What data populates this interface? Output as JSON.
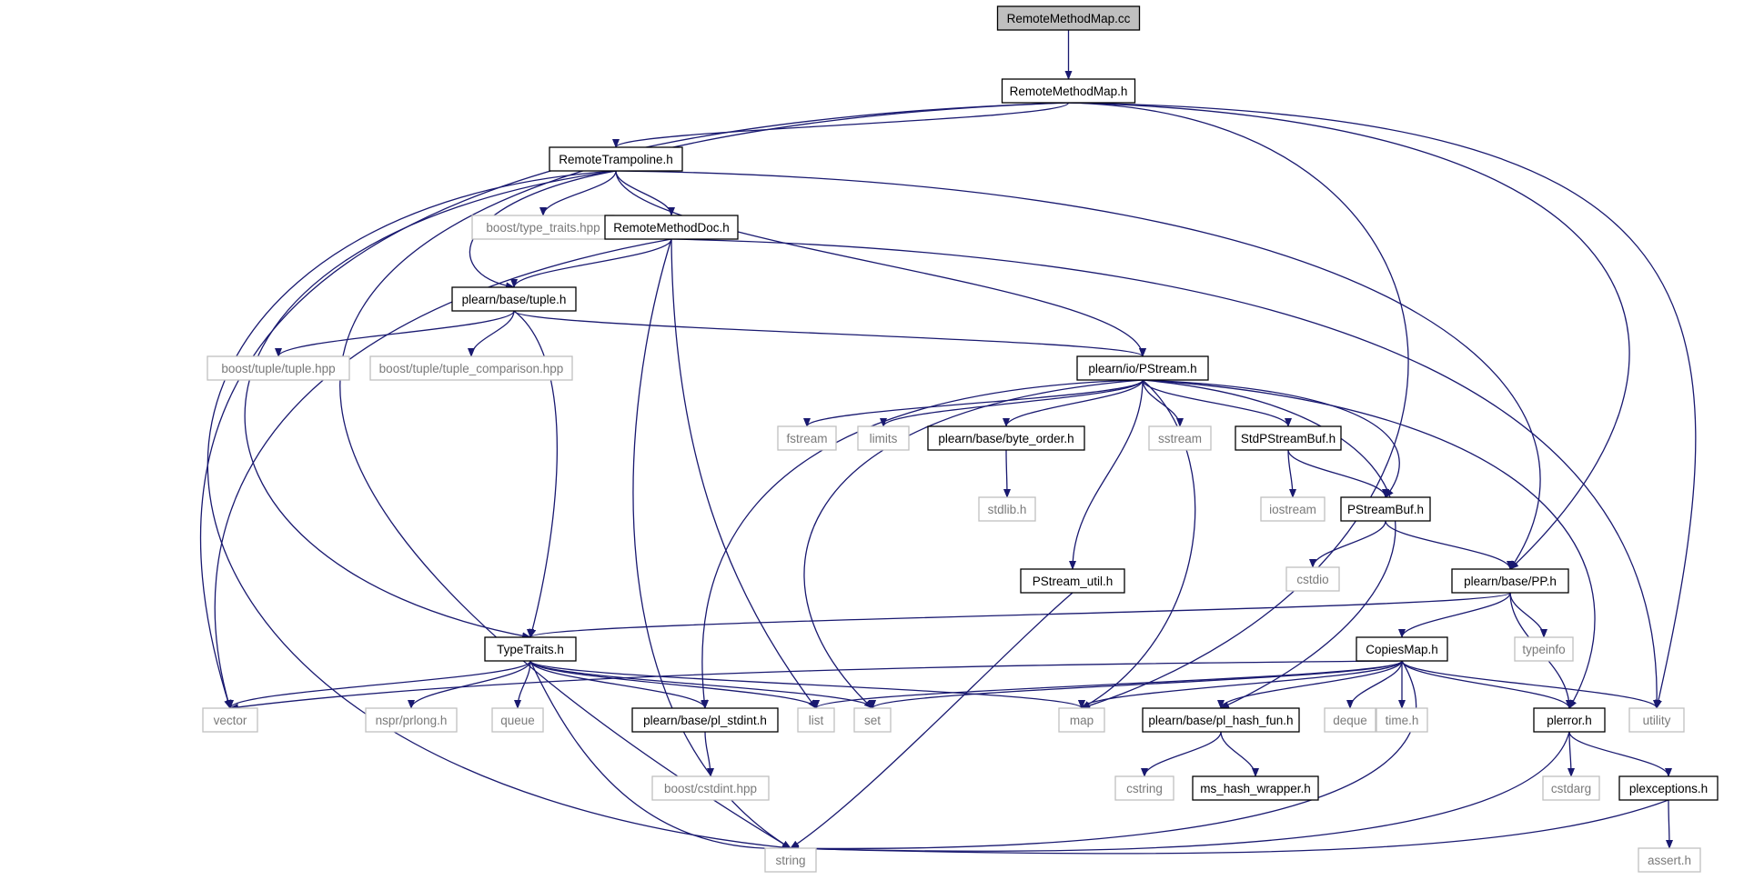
{
  "graph": {
    "colors": {
      "edge": "#191970",
      "root_fill": "#bfbfbf",
      "project_border": "#000000",
      "external_border": "#bfbfbf",
      "external_text": "#7a7a7a"
    },
    "nodes": [
      {
        "id": "RemoteMethodMap.cc",
        "label": "RemoteMethodMap.cc",
        "kind": "root"
      },
      {
        "id": "RemoteMethodMap.h",
        "label": "RemoteMethodMap.h",
        "kind": "project"
      },
      {
        "id": "RemoteTrampoline.h",
        "label": "RemoteTrampoline.h",
        "kind": "project"
      },
      {
        "id": "boost/type_traits.hpp",
        "label": "boost/type_traits.hpp",
        "kind": "external"
      },
      {
        "id": "RemoteMethodDoc.h",
        "label": "RemoteMethodDoc.h",
        "kind": "project"
      },
      {
        "id": "plearn/base/tuple.h",
        "label": "plearn/base/tuple.h",
        "kind": "project"
      },
      {
        "id": "boost/tuple/tuple.hpp",
        "label": "boost/tuple/tuple.hpp",
        "kind": "external"
      },
      {
        "id": "boost/tuple/tuple_comparison.hpp",
        "label": "boost/tuple/tuple_comparison.hpp",
        "kind": "external"
      },
      {
        "id": "plearn/io/PStream.h",
        "label": "plearn/io/PStream.h",
        "kind": "project"
      },
      {
        "id": "fstream",
        "label": "fstream",
        "kind": "external"
      },
      {
        "id": "limits",
        "label": "limits",
        "kind": "external"
      },
      {
        "id": "plearn/base/byte_order.h",
        "label": "plearn/base/byte_order.h",
        "kind": "project"
      },
      {
        "id": "sstream",
        "label": "sstream",
        "kind": "external"
      },
      {
        "id": "StdPStreamBuf.h",
        "label": "StdPStreamBuf.h",
        "kind": "project"
      },
      {
        "id": "stdlib.h",
        "label": "stdlib.h",
        "kind": "external"
      },
      {
        "id": "iostream",
        "label": "iostream",
        "kind": "external"
      },
      {
        "id": "PStreamBuf.h",
        "label": "PStreamBuf.h",
        "kind": "project"
      },
      {
        "id": "cstdio",
        "label": "cstdio",
        "kind": "external"
      },
      {
        "id": "PStream_util.h",
        "label": "PStream_util.h",
        "kind": "project"
      },
      {
        "id": "plearn/base/PP.h",
        "label": "plearn/base/PP.h",
        "kind": "project"
      },
      {
        "id": "typeinfo",
        "label": "typeinfo",
        "kind": "external"
      },
      {
        "id": "TypeTraits.h",
        "label": "TypeTraits.h",
        "kind": "project"
      },
      {
        "id": "CopiesMap.h",
        "label": "CopiesMap.h",
        "kind": "project"
      },
      {
        "id": "vector",
        "label": "vector",
        "kind": "external"
      },
      {
        "id": "nspr/prlong.h",
        "label": "nspr/prlong.h",
        "kind": "external"
      },
      {
        "id": "queue",
        "label": "queue",
        "kind": "external"
      },
      {
        "id": "plearn/base/pl_stdint.h",
        "label": "plearn/base/pl_stdint.h",
        "kind": "project"
      },
      {
        "id": "list",
        "label": "list",
        "kind": "external"
      },
      {
        "id": "set",
        "label": "set",
        "kind": "external"
      },
      {
        "id": "map",
        "label": "map",
        "kind": "external"
      },
      {
        "id": "plearn/base/pl_hash_fun.h",
        "label": "plearn/base/pl_hash_fun.h",
        "kind": "project"
      },
      {
        "id": "deque",
        "label": "deque",
        "kind": "external"
      },
      {
        "id": "time.h",
        "label": "time.h",
        "kind": "external"
      },
      {
        "id": "plerror.h",
        "label": "plerror.h",
        "kind": "project"
      },
      {
        "id": "utility",
        "label": "utility",
        "kind": "external"
      },
      {
        "id": "boost/cstdint.hpp",
        "label": "boost/cstdint.hpp",
        "kind": "external"
      },
      {
        "id": "cstring",
        "label": "cstring",
        "kind": "external"
      },
      {
        "id": "ms_hash_wrapper.h",
        "label": "ms_hash_wrapper.h",
        "kind": "project"
      },
      {
        "id": "cstdarg",
        "label": "cstdarg",
        "kind": "external"
      },
      {
        "id": "plexceptions.h",
        "label": "plexceptions.h",
        "kind": "project"
      },
      {
        "id": "string",
        "label": "string",
        "kind": "external"
      },
      {
        "id": "assert.h",
        "label": "assert.h",
        "kind": "external"
      }
    ],
    "edges": [
      [
        "RemoteMethodMap.cc",
        "RemoteMethodMap.h"
      ],
      [
        "RemoteMethodMap.h",
        "RemoteTrampoline.h"
      ],
      [
        "RemoteMethodMap.h",
        "string"
      ],
      [
        "RemoteMethodMap.h",
        "vector"
      ],
      [
        "RemoteMethodMap.h",
        "map"
      ],
      [
        "RemoteMethodMap.h",
        "plearn/base/PP.h"
      ],
      [
        "RemoteMethodMap.h",
        "utility"
      ],
      [
        "RemoteTrampoline.h",
        "boost/type_traits.hpp"
      ],
      [
        "RemoteTrampoline.h",
        "RemoteMethodDoc.h"
      ],
      [
        "RemoteTrampoline.h",
        "plearn/base/tuple.h"
      ],
      [
        "RemoteTrampoline.h",
        "plearn/io/PStream.h"
      ],
      [
        "RemoteTrampoline.h",
        "TypeTraits.h"
      ],
      [
        "RemoteTrampoline.h",
        "string"
      ],
      [
        "RemoteTrampoline.h",
        "plearn/base/PP.h"
      ],
      [
        "RemoteMethodDoc.h",
        "plearn/base/tuple.h"
      ],
      [
        "RemoteMethodDoc.h",
        "vector"
      ],
      [
        "RemoteMethodDoc.h",
        "string"
      ],
      [
        "RemoteMethodDoc.h",
        "list"
      ],
      [
        "RemoteMethodDoc.h",
        "utility"
      ],
      [
        "plearn/base/tuple.h",
        "boost/tuple/tuple.hpp"
      ],
      [
        "plearn/base/tuple.h",
        "boost/tuple/tuple_comparison.hpp"
      ],
      [
        "plearn/base/tuple.h",
        "plearn/io/PStream.h"
      ],
      [
        "plearn/base/tuple.h",
        "TypeTraits.h"
      ],
      [
        "plearn/io/PStream.h",
        "fstream"
      ],
      [
        "plearn/io/PStream.h",
        "limits"
      ],
      [
        "plearn/io/PStream.h",
        "plearn/base/byte_order.h"
      ],
      [
        "plearn/io/PStream.h",
        "sstream"
      ],
      [
        "plearn/io/PStream.h",
        "StdPStreamBuf.h"
      ],
      [
        "plearn/io/PStream.h",
        "PStreamBuf.h"
      ],
      [
        "plearn/io/PStream.h",
        "PStream_util.h"
      ],
      [
        "plearn/io/PStream.h",
        "plearn/base/pl_stdint.h"
      ],
      [
        "plearn/io/PStream.h",
        "set"
      ],
      [
        "plearn/io/PStream.h",
        "map"
      ],
      [
        "plearn/io/PStream.h",
        "plearn/base/pl_hash_fun.h"
      ],
      [
        "plearn/io/PStream.h",
        "plerror.h"
      ],
      [
        "plearn/base/byte_order.h",
        "stdlib.h"
      ],
      [
        "StdPStreamBuf.h",
        "iostream"
      ],
      [
        "StdPStreamBuf.h",
        "PStreamBuf.h"
      ],
      [
        "PStreamBuf.h",
        "cstdio"
      ],
      [
        "PStreamBuf.h",
        "plearn/base/PP.h"
      ],
      [
        "PStream_util.h",
        "string"
      ],
      [
        "plearn/base/PP.h",
        "TypeTraits.h"
      ],
      [
        "plearn/base/PP.h",
        "typeinfo"
      ],
      [
        "plearn/base/PP.h",
        "CopiesMap.h"
      ],
      [
        "plearn/base/PP.h",
        "plerror.h"
      ],
      [
        "TypeTraits.h",
        "vector"
      ],
      [
        "TypeTraits.h",
        "nspr/prlong.h"
      ],
      [
        "TypeTraits.h",
        "queue"
      ],
      [
        "TypeTraits.h",
        "plearn/base/pl_stdint.h"
      ],
      [
        "TypeTraits.h",
        "list"
      ],
      [
        "TypeTraits.h",
        "set"
      ],
      [
        "TypeTraits.h",
        "map"
      ],
      [
        "TypeTraits.h",
        "string"
      ],
      [
        "CopiesMap.h",
        "vector"
      ],
      [
        "CopiesMap.h",
        "list"
      ],
      [
        "CopiesMap.h",
        "set"
      ],
      [
        "CopiesMap.h",
        "map"
      ],
      [
        "CopiesMap.h",
        "plearn/base/pl_hash_fun.h"
      ],
      [
        "CopiesMap.h",
        "deque"
      ],
      [
        "CopiesMap.h",
        "time.h"
      ],
      [
        "CopiesMap.h",
        "plerror.h"
      ],
      [
        "CopiesMap.h",
        "utility"
      ],
      [
        "CopiesMap.h",
        "string"
      ],
      [
        "plearn/base/pl_stdint.h",
        "boost/cstdint.hpp"
      ],
      [
        "plearn/base/pl_hash_fun.h",
        "cstring"
      ],
      [
        "plearn/base/pl_hash_fun.h",
        "ms_hash_wrapper.h"
      ],
      [
        "plerror.h",
        "cstdarg"
      ],
      [
        "plerror.h",
        "plexceptions.h"
      ],
      [
        "plerror.h",
        "string"
      ],
      [
        "plexceptions.h",
        "assert.h"
      ],
      [
        "plexceptions.h",
        "string"
      ]
    ]
  }
}
